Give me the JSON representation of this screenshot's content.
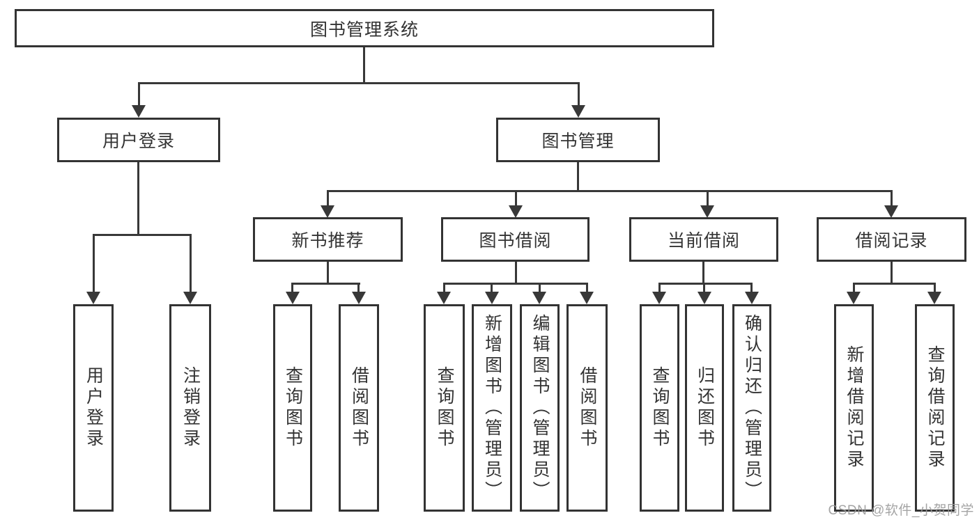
{
  "diagram": {
    "root": {
      "label": "图书管理系统"
    },
    "branches": [
      {
        "label": "用户登录",
        "children": [
          {
            "label": "用户登录"
          },
          {
            "label": "注销登录"
          }
        ]
      },
      {
        "label": "图书管理",
        "children": [
          {
            "label": "新书推荐",
            "children": [
              {
                "label": "查询图书"
              },
              {
                "label": "借阅图书"
              }
            ]
          },
          {
            "label": "图书借阅",
            "children": [
              {
                "label": "查询图书"
              },
              {
                "label": "新增图书（管理员）"
              },
              {
                "label": "编辑图书（管理员）"
              },
              {
                "label": "借阅图书"
              }
            ]
          },
          {
            "label": "当前借阅",
            "children": [
              {
                "label": "查询图书"
              },
              {
                "label": "归还图书"
              },
              {
                "label": "确认归还（管理员）"
              }
            ]
          },
          {
            "label": "借阅记录",
            "children": [
              {
                "label": "新增借阅记录"
              },
              {
                "label": "查询借阅记录"
              }
            ]
          }
        ]
      }
    ]
  },
  "line_color": "#383838",
  "watermark": "CSDN @软件_小贺同学"
}
